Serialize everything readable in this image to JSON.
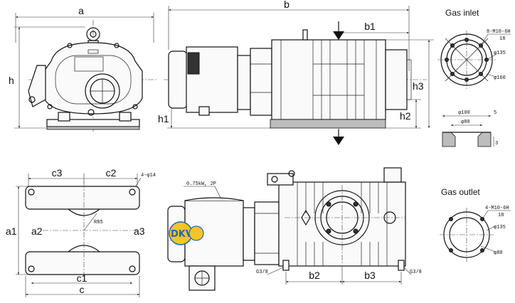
{
  "dimensions": {
    "a": "a",
    "b": "b",
    "b1": "b1",
    "b2": "b2",
    "b3": "b3",
    "h": "h",
    "h1": "h1",
    "h2": "h2",
    "h3": "h3",
    "c": "c",
    "c1": "c1",
    "c2": "c2",
    "c3": "c3",
    "a1": "a1",
    "a2": "a2",
    "a3": "a3"
  },
  "base_view": {
    "holes": "4-φ14",
    "radius": "R85"
  },
  "motor": {
    "label": "0.75kW, 2P"
  },
  "ports": {
    "left": "G3/8",
    "right": "G3/8"
  },
  "gas_inlet": {
    "title": "Gas inlet",
    "thread": "8-M10-6H",
    "depth": "18",
    "pcd": "φ135",
    "outer": "φ160",
    "section_outer": "φ100",
    "section_inner": "φ80",
    "section_top": "5",
    "section_side": "3"
  },
  "gas_outlet": {
    "title": "Gas outlet",
    "thread": "4-M10-6H",
    "depth": "18",
    "pcd": "φ135",
    "inner": "φ80"
  },
  "logo": {
    "text": "DKV"
  }
}
